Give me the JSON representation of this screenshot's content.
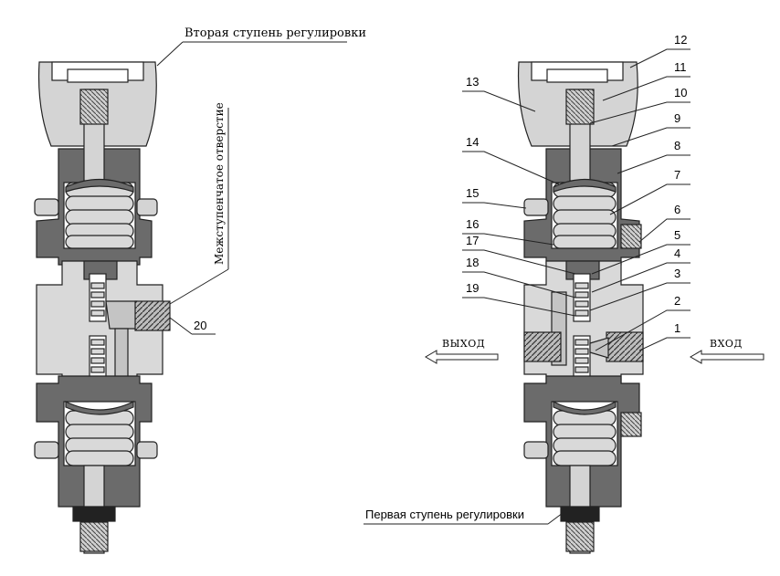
{
  "labels": {
    "second_stage": "Вторая ступень регулировки",
    "interstage_hole": "Межступенчатое отверстие",
    "first_stage": "Первая ступень регулировки",
    "outlet": "ВЫХОД",
    "inlet": "ВХОД"
  },
  "callouts": [
    "1",
    "2",
    "3",
    "4",
    "5",
    "6",
    "7",
    "8",
    "9",
    "10",
    "11",
    "12",
    "13",
    "14",
    "15",
    "16",
    "17",
    "18",
    "19",
    "20"
  ],
  "colors": {
    "light": "#d9d9d9",
    "light_knob": "#cfcfcf",
    "dark": "#6b6b6b",
    "outline": "#222222",
    "white": "#ffffff"
  }
}
